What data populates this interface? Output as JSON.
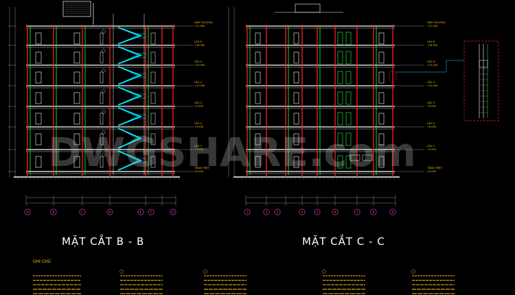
{
  "drawing": {
    "section_bb_title": "MẶT CẮT B - B",
    "section_cc_title": "MẶT CẮT C - C",
    "notes_title": "GHI CHÚ",
    "watermark": "DWGSHARE.com",
    "level_labels_left": [
      "SÂN THƯỢNG",
      "LẦU 6",
      "LẦU 5",
      "LẦU 4",
      "LẦU 3",
      "LẦU 2",
      "LẦU 1",
      "TẦNG TRỆT"
    ],
    "level_labels_right": [
      "SÂN THƯỢNG",
      "LẦU 6",
      "LẦU 5",
      "LẦU 4",
      "LẦU 3",
      "LẦU 2",
      "LẦU 1",
      "TẦNG TRỆT"
    ],
    "level_values": [
      "+21.000",
      "+18.000",
      "+15.000",
      "+12.000",
      "+9.000",
      "+6.000",
      "+3.000",
      "±0.000"
    ],
    "grid_bubbles_bb": [
      "A",
      "B",
      "C",
      "D",
      "E",
      "F",
      "G"
    ],
    "grid_bubbles_cc": [
      "1",
      "2",
      "3",
      "4",
      "5",
      "6",
      "7",
      "8",
      "9"
    ]
  },
  "colors": {
    "background": "#000000",
    "wall": "#ffffff",
    "column": "#ff2020",
    "green": "#22dd44",
    "cyan": "#00e5ff",
    "dim": "#b0b0b0",
    "label": "#f5c518",
    "magenta": "#ff44cc"
  }
}
